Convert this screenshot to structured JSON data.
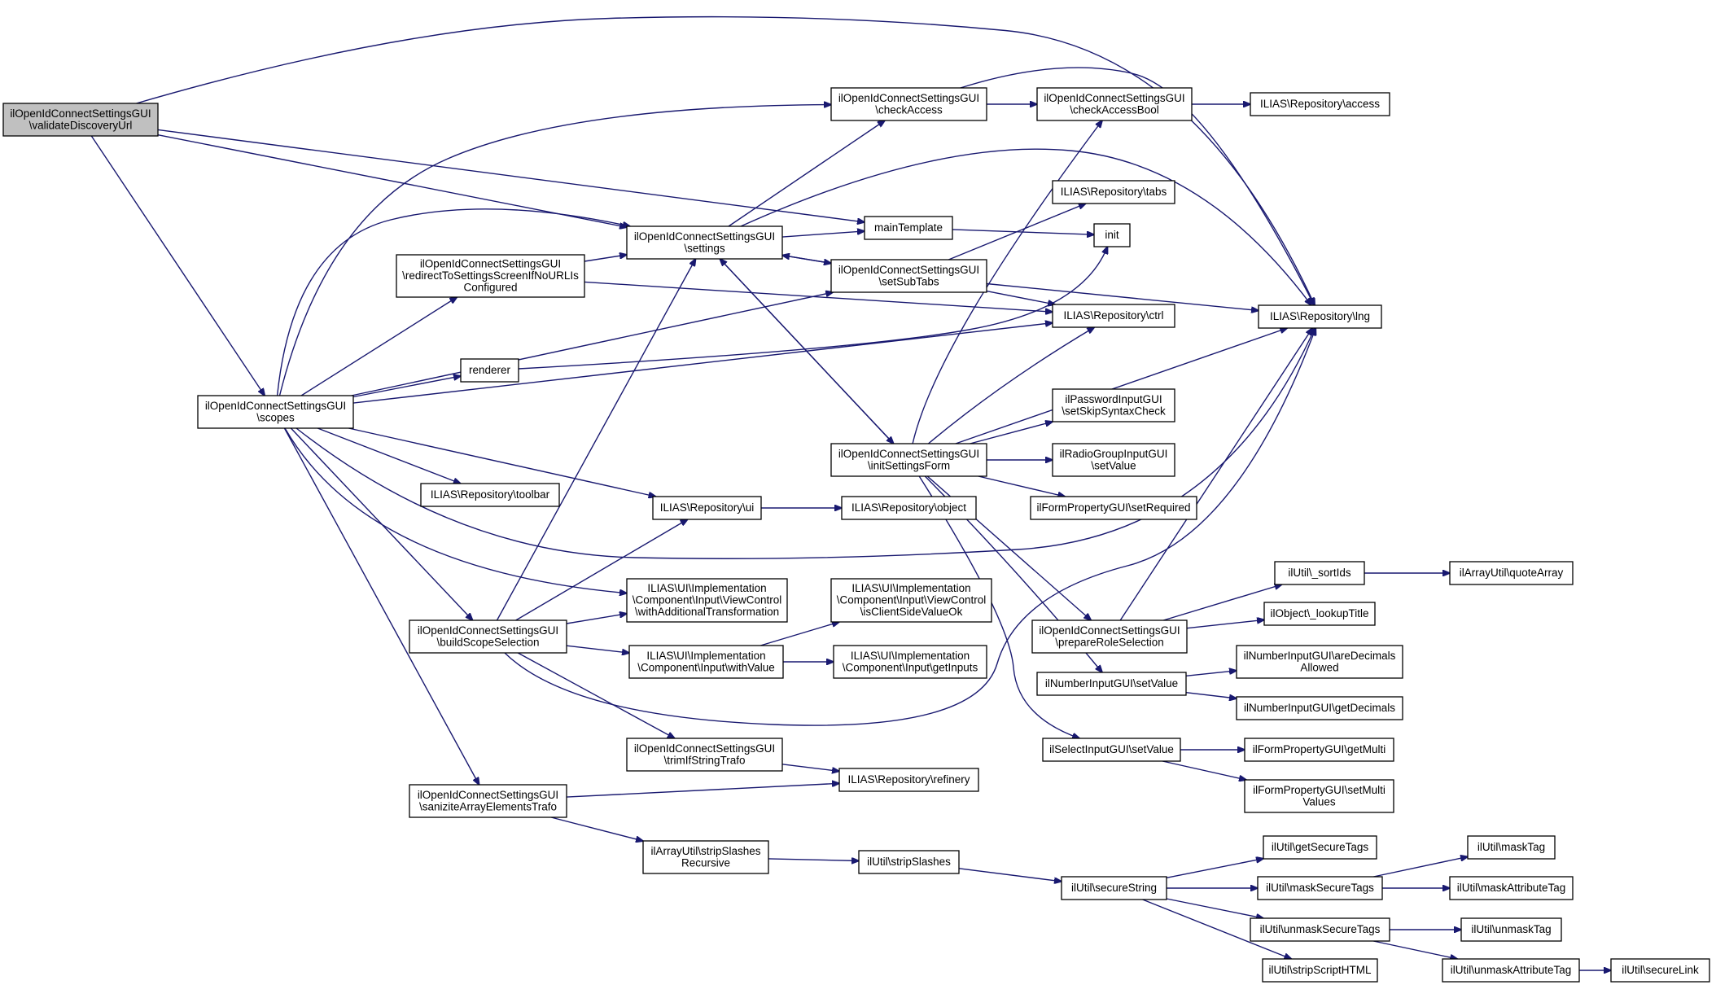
{
  "diagram": {
    "type": "call-graph",
    "edge_color": "#191970",
    "root_fill": "#c0c0c0",
    "nodes": [
      {
        "id": "validateDiscoveryUrl",
        "lines": [
          "ilOpenIdConnectSettingsGUI",
          "\\validateDiscoveryUrl"
        ],
        "root": true
      },
      {
        "id": "checkAccess",
        "lines": [
          "ilOpenIdConnectSettingsGUI",
          "\\checkAccess"
        ]
      },
      {
        "id": "checkAccessBool",
        "lines": [
          "ilOpenIdConnectSettingsGUI",
          "\\checkAccessBool"
        ]
      },
      {
        "id": "repo_access",
        "lines": [
          "ILIAS\\Repository\\access"
        ]
      },
      {
        "id": "repo_tabs",
        "lines": [
          "ILIAS\\Repository\\tabs"
        ]
      },
      {
        "id": "settings",
        "lines": [
          "ilOpenIdConnectSettingsGUI",
          "\\settings"
        ]
      },
      {
        "id": "mainTemplate",
        "lines": [
          "mainTemplate"
        ]
      },
      {
        "id": "init",
        "lines": [
          "init"
        ]
      },
      {
        "id": "redirectToSettings",
        "lines": [
          "ilOpenIdConnectSettingsGUI",
          "\\redirectToSettingsScreenIfNoURLIs",
          "Configured"
        ]
      },
      {
        "id": "setSubTabs",
        "lines": [
          "ilOpenIdConnectSettingsGUI",
          "\\setSubTabs"
        ]
      },
      {
        "id": "repo_ctrl",
        "lines": [
          "ILIAS\\Repository\\ctrl"
        ]
      },
      {
        "id": "repo_lng",
        "lines": [
          "ILIAS\\Repository\\lng"
        ]
      },
      {
        "id": "renderer",
        "lines": [
          "renderer"
        ]
      },
      {
        "id": "scopes",
        "lines": [
          "ilOpenIdConnectSettingsGUI",
          "\\scopes"
        ]
      },
      {
        "id": "setSkipSyntaxCheck",
        "lines": [
          "ilPasswordInputGUI",
          "\\setSkipSyntaxCheck"
        ]
      },
      {
        "id": "initSettingsForm",
        "lines": [
          "ilOpenIdConnectSettingsGUI",
          "\\initSettingsForm"
        ]
      },
      {
        "id": "radioSetValue",
        "lines": [
          "ilRadioGroupInputGUI",
          "\\setValue"
        ]
      },
      {
        "id": "repo_toolbar",
        "lines": [
          "ILIAS\\Repository\\toolbar"
        ]
      },
      {
        "id": "repo_ui",
        "lines": [
          "ILIAS\\Repository\\ui"
        ]
      },
      {
        "id": "repo_object",
        "lines": [
          "ILIAS\\Repository\\object"
        ]
      },
      {
        "id": "setRequired",
        "lines": [
          "ilFormPropertyGUI\\setRequired"
        ]
      },
      {
        "id": "sortIds",
        "lines": [
          "ilUtil\\_sortIds"
        ]
      },
      {
        "id": "quoteArray",
        "lines": [
          "ilArrayUtil\\quoteArray"
        ]
      },
      {
        "id": "withAdditionalTransformation",
        "lines": [
          "ILIAS\\UI\\Implementation",
          "\\Component\\Input\\ViewControl",
          "\\withAdditionalTransformation"
        ]
      },
      {
        "id": "isClientSideValueOk",
        "lines": [
          "ILIAS\\UI\\Implementation",
          "\\Component\\Input\\ViewControl",
          "\\isClientSideValueOk"
        ]
      },
      {
        "id": "lookupTitle",
        "lines": [
          "ilObject\\_lookupTitle"
        ]
      },
      {
        "id": "buildScopeSelection",
        "lines": [
          "ilOpenIdConnectSettingsGUI",
          "\\buildScopeSelection"
        ]
      },
      {
        "id": "prepareRoleSelection",
        "lines": [
          "ilOpenIdConnectSettingsGUI",
          "\\prepareRoleSelection"
        ]
      },
      {
        "id": "withValue",
        "lines": [
          "ILIAS\\UI\\Implementation",
          "\\Component\\Input\\withValue"
        ]
      },
      {
        "id": "getInputs",
        "lines": [
          "ILIAS\\UI\\Implementation",
          "\\Component\\Input\\getInputs"
        ]
      },
      {
        "id": "areDecimalsAllowed",
        "lines": [
          "ilNumberInputGUI\\areDecimals",
          "Allowed"
        ]
      },
      {
        "id": "numberSetValue",
        "lines": [
          "ilNumberInputGUI\\setValue"
        ]
      },
      {
        "id": "getDecimals",
        "lines": [
          "ilNumberInputGUI\\getDecimals"
        ]
      },
      {
        "id": "trimIfStringTrafo",
        "lines": [
          "ilOpenIdConnectSettingsGUI",
          "\\trimIfStringTrafo"
        ]
      },
      {
        "id": "selectSetValue",
        "lines": [
          "ilSelectInputGUI\\setValue"
        ]
      },
      {
        "id": "getMulti",
        "lines": [
          "ilFormPropertyGUI\\getMulti"
        ]
      },
      {
        "id": "repo_refinery",
        "lines": [
          "ILIAS\\Repository\\refinery"
        ]
      },
      {
        "id": "sanitizeTrafo",
        "lines": [
          "ilOpenIdConnectSettingsGUI",
          "\\sanizitеArrayElementsTrafo"
        ]
      },
      {
        "id": "setMultiValues",
        "lines": [
          "ilFormPropertyGUI\\setMulti",
          "Values"
        ]
      },
      {
        "id": "stripSlashesRecursive",
        "lines": [
          "ilArrayUtil\\stripSlashes",
          "Recursive"
        ]
      },
      {
        "id": "getSecureTags",
        "lines": [
          "ilUtil\\getSecureTags"
        ]
      },
      {
        "id": "maskTag",
        "lines": [
          "ilUtil\\maskTag"
        ]
      },
      {
        "id": "stripSlashes",
        "lines": [
          "ilUtil\\stripSlashes"
        ]
      },
      {
        "id": "secureString",
        "lines": [
          "ilUtil\\secureString"
        ]
      },
      {
        "id": "maskSecureTags",
        "lines": [
          "ilUtil\\maskSecureTags"
        ]
      },
      {
        "id": "maskAttributeTag",
        "lines": [
          "ilUtil\\maskAttributeTag"
        ]
      },
      {
        "id": "unmaskSecureTags",
        "lines": [
          "ilUtil\\unmaskSecureTags"
        ]
      },
      {
        "id": "unmaskTag",
        "lines": [
          "ilUtil\\unmaskTag"
        ]
      },
      {
        "id": "stripScriptHTML",
        "lines": [
          "ilUtil\\stripScriptHTML"
        ]
      },
      {
        "id": "unmaskAttributeTag",
        "lines": [
          "ilUtil\\unmaskAttributeTag"
        ]
      },
      {
        "id": "secureLink",
        "lines": [
          "ilUtil\\secureLink"
        ]
      }
    ],
    "edges": [
      [
        "validateDiscoveryUrl",
        "repo_lng"
      ],
      [
        "validateDiscoveryUrl",
        "mainTemplate"
      ],
      [
        "validateDiscoveryUrl",
        "settings"
      ],
      [
        "validateDiscoveryUrl",
        "scopes"
      ],
      [
        "checkAccess",
        "checkAccessBool"
      ],
      [
        "checkAccess",
        "repo_lng"
      ],
      [
        "checkAccessBool",
        "repo_access"
      ],
      [
        "settings",
        "checkAccess"
      ],
      [
        "settings",
        "mainTemplate"
      ],
      [
        "settings",
        "setSubTabs"
      ],
      [
        "settings",
        "initSettingsForm"
      ],
      [
        "settings",
        "repo_lng"
      ],
      [
        "mainTemplate",
        "init"
      ],
      [
        "redirectToSettings",
        "settings"
      ],
      [
        "redirectToSettings",
        "repo_ctrl"
      ],
      [
        "setSubTabs",
        "settings"
      ],
      [
        "setSubTabs",
        "repo_tabs"
      ],
      [
        "setSubTabs",
        "repo_ctrl"
      ],
      [
        "setSubTabs",
        "repo_lng"
      ],
      [
        "renderer",
        "init"
      ],
      [
        "scopes",
        "checkAccess"
      ],
      [
        "scopes",
        "settings"
      ],
      [
        "scopes",
        "redirectToSettings"
      ],
      [
        "scopes",
        "setSubTabs"
      ],
      [
        "scopes",
        "renderer"
      ],
      [
        "scopes",
        "repo_ctrl"
      ],
      [
        "scopes",
        "repo_toolbar"
      ],
      [
        "scopes",
        "repo_ui"
      ],
      [
        "scopes",
        "repo_lng"
      ],
      [
        "scopes",
        "withAdditionalTransformation"
      ],
      [
        "scopes",
        "buildScopeSelection"
      ],
      [
        "scopes",
        "sanitizeTrafo"
      ],
      [
        "initSettingsForm",
        "settings"
      ],
      [
        "initSettingsForm",
        "checkAccessBool"
      ],
      [
        "initSettingsForm",
        "repo_ctrl"
      ],
      [
        "initSettingsForm",
        "repo_lng"
      ],
      [
        "initSettingsForm",
        "setSkipSyntaxCheck"
      ],
      [
        "initSettingsForm",
        "radioSetValue"
      ],
      [
        "initSettingsForm",
        "setRequired"
      ],
      [
        "initSettingsForm",
        "prepareRoleSelection"
      ],
      [
        "initSettingsForm",
        "numberSetValue"
      ],
      [
        "initSettingsForm",
        "selectSetValue"
      ],
      [
        "repo_ui",
        "repo_object"
      ],
      [
        "sortIds",
        "quoteArray"
      ],
      [
        "buildScopeSelection",
        "settings"
      ],
      [
        "buildScopeSelection",
        "repo_ui"
      ],
      [
        "buildScopeSelection",
        "withAdditionalTransformation"
      ],
      [
        "buildScopeSelection",
        "withValue"
      ],
      [
        "buildScopeSelection",
        "trimIfStringTrafo"
      ],
      [
        "buildScopeSelection",
        "repo_lng"
      ],
      [
        "prepareRoleSelection",
        "sortIds"
      ],
      [
        "prepareRoleSelection",
        "lookupTitle"
      ],
      [
        "prepareRoleSelection",
        "repo_lng"
      ],
      [
        "withValue",
        "isClientSideValueOk"
      ],
      [
        "withValue",
        "getInputs"
      ],
      [
        "numberSetValue",
        "areDecimalsAllowed"
      ],
      [
        "numberSetValue",
        "getDecimals"
      ],
      [
        "trimIfStringTrafo",
        "repo_refinery"
      ],
      [
        "selectSetValue",
        "getMulti"
      ],
      [
        "selectSetValue",
        "setMultiValues"
      ],
      [
        "sanitizeTrafo",
        "repo_refinery"
      ],
      [
        "sanitizeTrafo",
        "stripSlashesRecursive"
      ],
      [
        "stripSlashesRecursive",
        "stripSlashes"
      ],
      [
        "stripSlashes",
        "secureString"
      ],
      [
        "secureString",
        "getSecureTags"
      ],
      [
        "secureString",
        "maskSecureTags"
      ],
      [
        "secureString",
        "unmaskSecureTags"
      ],
      [
        "secureString",
        "stripScriptHTML"
      ],
      [
        "maskSecureTags",
        "maskTag"
      ],
      [
        "maskSecureTags",
        "maskAttributeTag"
      ],
      [
        "unmaskSecureTags",
        "unmaskTag"
      ],
      [
        "unmaskSecureTags",
        "unmaskAttributeTag"
      ],
      [
        "unmaskAttributeTag",
        "secureLink"
      ]
    ]
  }
}
